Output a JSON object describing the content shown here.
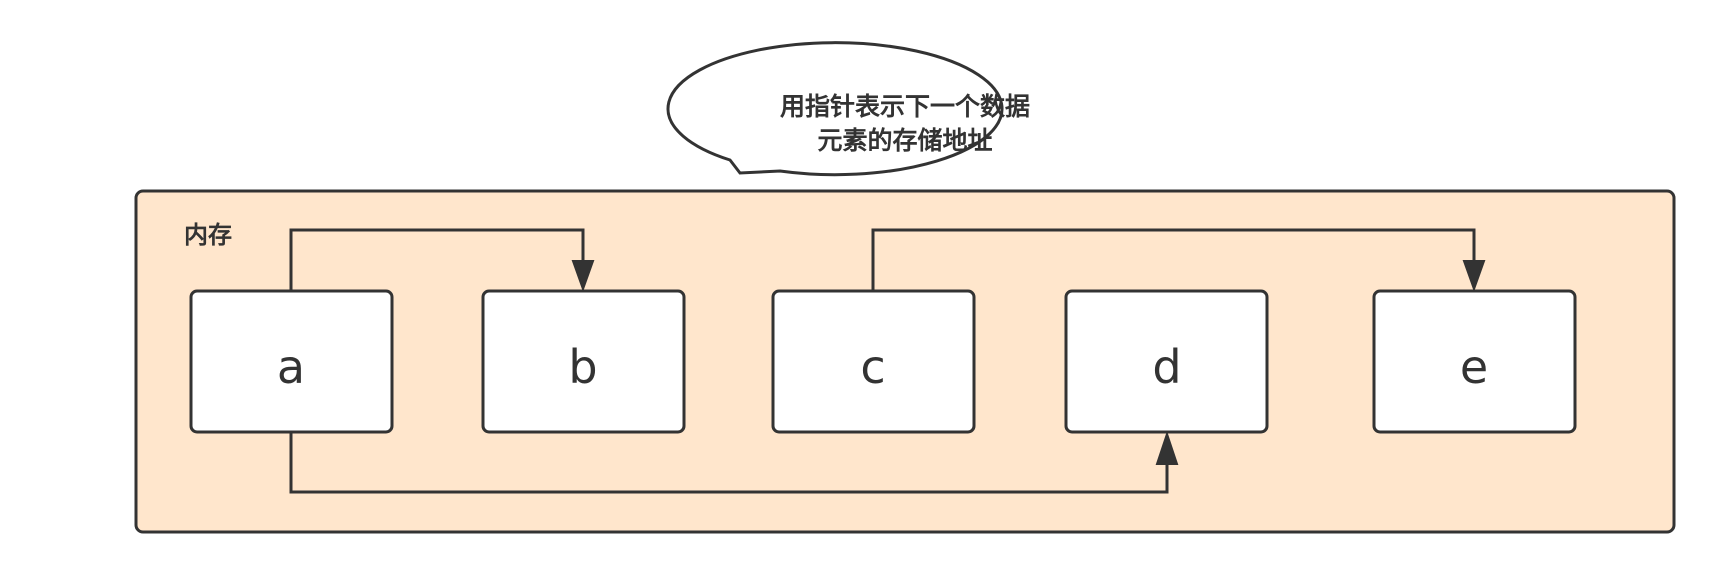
{
  "memory": {
    "label": "内存"
  },
  "callout": {
    "lines": [
      "用指针表示下一个数据",
      "元素的存储地址"
    ]
  },
  "nodes": [
    {
      "id": "a",
      "label": "a"
    },
    {
      "id": "b",
      "label": "b"
    },
    {
      "id": "c",
      "label": "c"
    },
    {
      "id": "d",
      "label": "d"
    },
    {
      "id": "e",
      "label": "e"
    }
  ],
  "edges": [
    {
      "from": "a",
      "to": "b"
    },
    {
      "from": "a",
      "to": "d"
    },
    {
      "from": "c",
      "to": "e"
    }
  ],
  "colors": {
    "memory_fill": "#ffe6cc",
    "stroke": "#333333",
    "node_fill": "#ffffff"
  }
}
